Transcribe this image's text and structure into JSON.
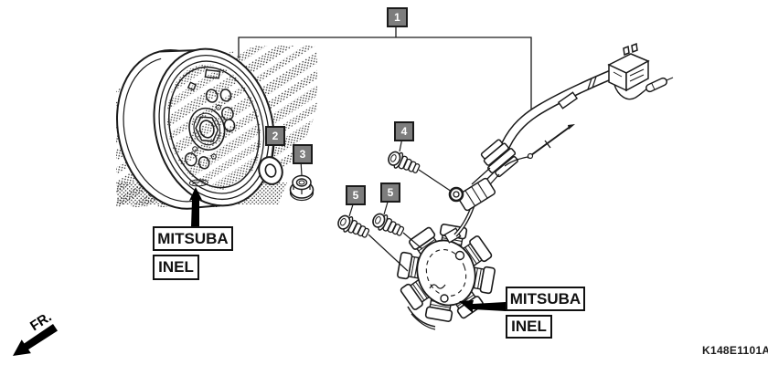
{
  "diagram": {
    "part_code": "K148E1101A",
    "fr_label": "FR.",
    "callouts": {
      "c1": "1",
      "c2": "2",
      "c3": "3",
      "c4": "4",
      "c5a": "5",
      "c5b": "5"
    },
    "labels": {
      "flywheel": {
        "line1": "MITSUBA",
        "line2": "INEL"
      },
      "stator": {
        "line1": "MITSUBA",
        "line2": "INEL"
      }
    },
    "icons": {
      "fr-direction-arrow": "thick arrow pointing lower-left",
      "flywheel-pointer-arrow": "thick arrow pointing up at flywheel",
      "stator-pointer-arrow": "thick arrow pointing left at stator"
    },
    "colors": {
      "background": "#ffffff",
      "line": "#1a1a1a",
      "callout_bg": "#7d7d7d",
      "callout_border": "#1a1a1a",
      "callout_text": "#ffffff"
    }
  }
}
